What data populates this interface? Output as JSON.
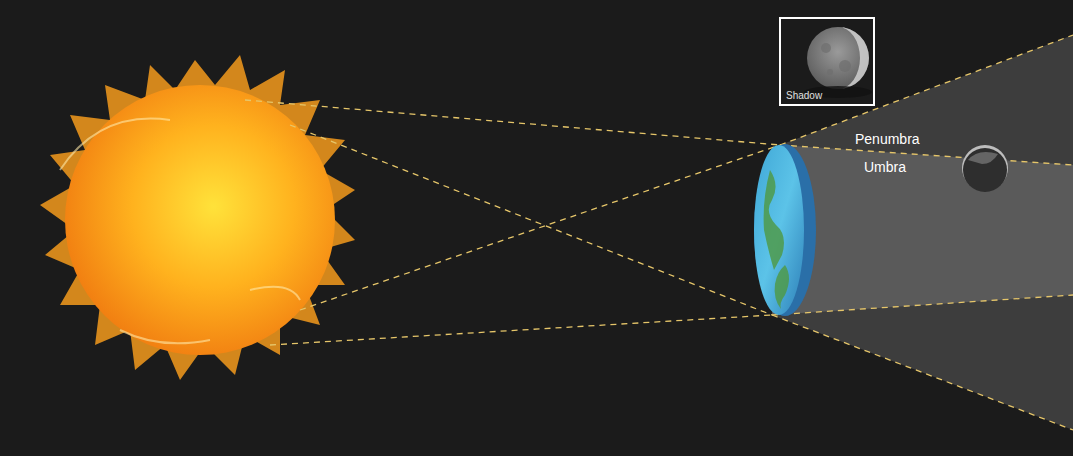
{
  "diagram": {
    "nodes": [
      {
        "text": [
          "Shadow"
        ]
      }
    ],
    "labels": [
      "Penumbra",
      "Umbra"
    ]
  }
}
